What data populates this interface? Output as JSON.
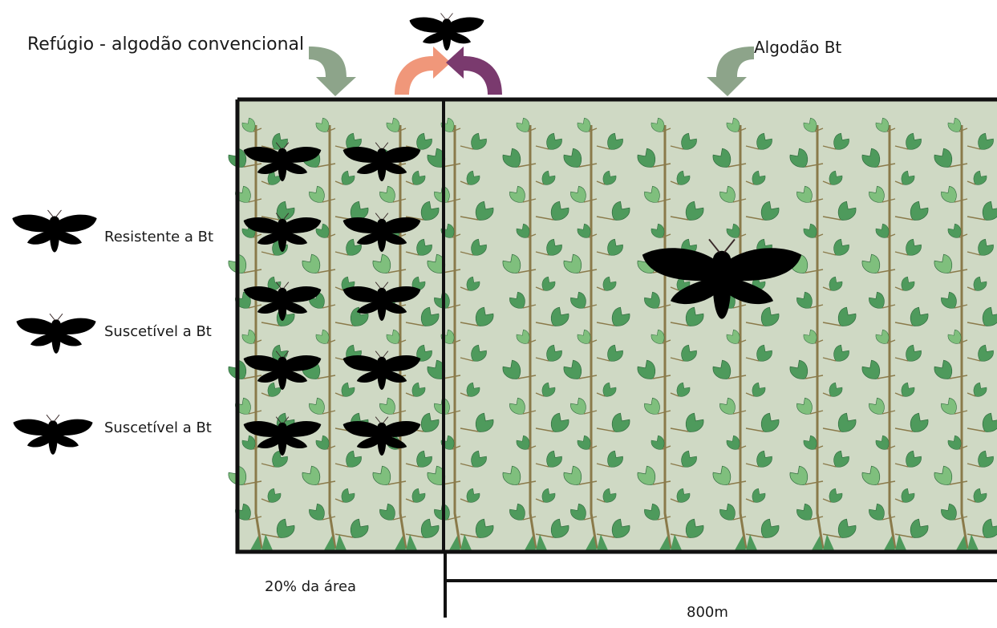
{
  "labels": {
    "refuge": "Refúgio - algodão convencional",
    "bt": "Algodão Bt",
    "area": "20% da área",
    "distance": "800m"
  },
  "legend": [
    {
      "text": "Resistente a Bt",
      "moth": "resistant"
    },
    {
      "text": "Suscetível a Bt",
      "moth": "susceptible"
    },
    {
      "text": "Suscetível a Bt",
      "moth": "hybrid"
    }
  ],
  "colors": {
    "field": "#cfd9c4",
    "plant_stem": "#8a7a4a",
    "leaf": "#4e9a5c",
    "leaf_light": "#7fbf7d",
    "resistant_moth": "#d9764a",
    "resistant_moth_dark": "#9a4a2e",
    "susceptible_moth": "#9a5a96",
    "susceptible_moth_dark": "#6a3a6a",
    "arrow_green": "#8da48a",
    "arrow_orange": "#f0977a",
    "arrow_purple": "#7a3a6e"
  }
}
